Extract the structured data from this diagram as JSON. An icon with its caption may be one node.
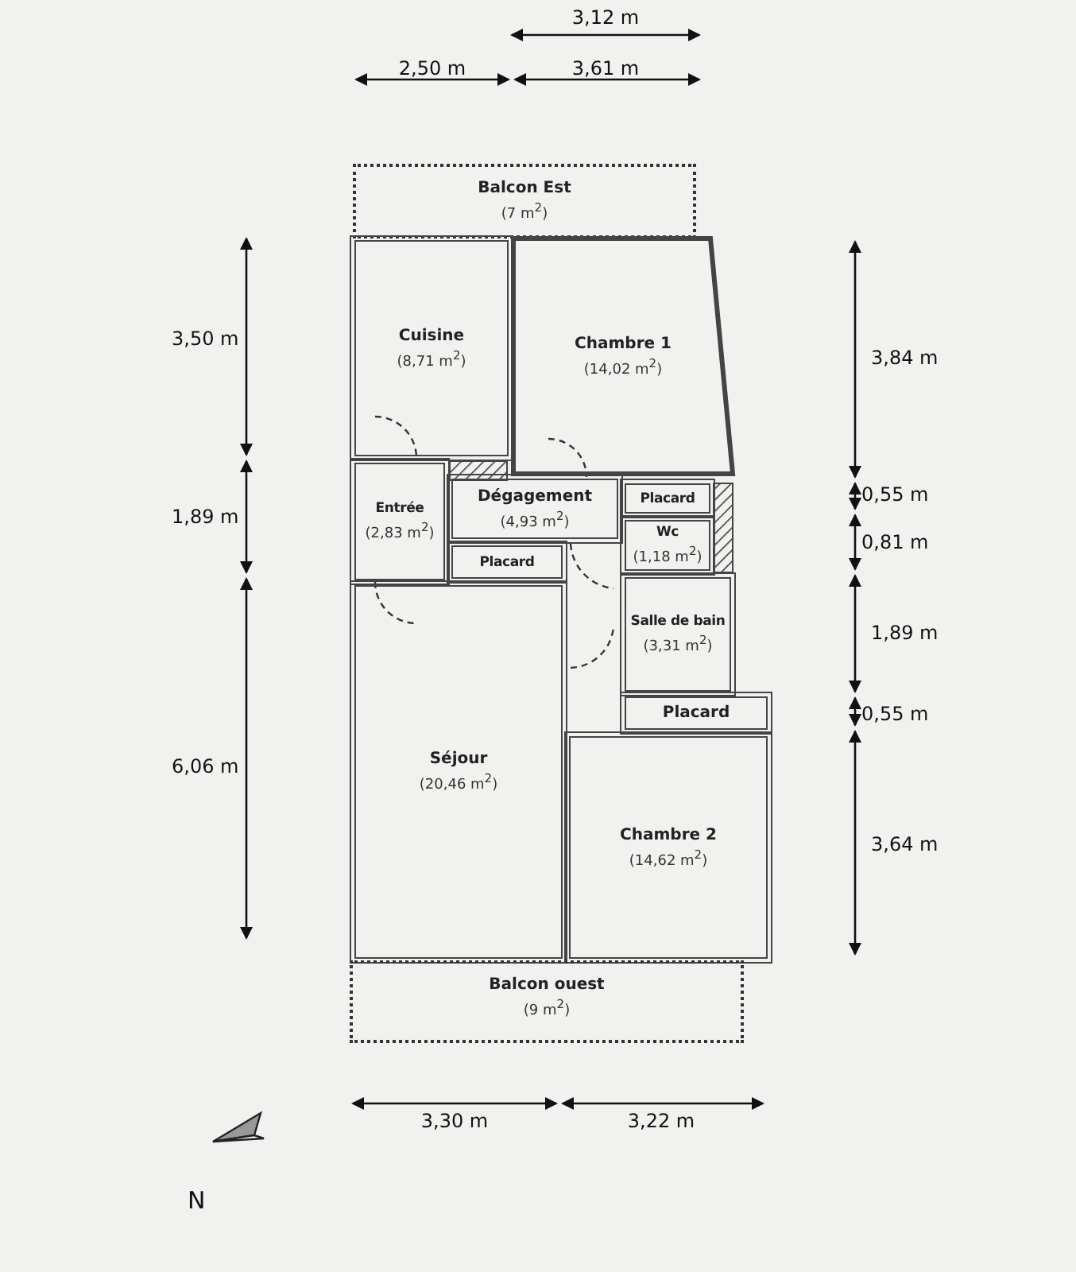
{
  "diagram": {
    "nodes": [
      {
        "text": [
          "Balcon Est",
          "(7 m$^{2}$)"
        ]
      },
      {
        "text": [
          "Cuisine",
          "(8,71 m$^{2}$)"
        ]
      },
      {
        "text": [
          "Chambre 1",
          "(14,02 m$^{2}$)"
        ]
      },
      {
        "text": [
          "Dégagement",
          "(4,93 m$^{2}$)"
        ]
      },
      {
        "text": [
          "Placard"
        ]
      },
      {
        "text": [
          "Entrée",
          "(2,83 m$^{2}$)"
        ]
      },
      {
        "text": [
          "Wc",
          "(1,18 m$^{2}$)"
        ]
      },
      {
        "text": [
          "Placard"
        ]
      },
      {
        "text": [
          "Salle de bain",
          "(3,31 m$^{2}$)"
        ]
      },
      {
        "text": [
          "Placard"
        ]
      },
      {
        "text": [
          "Séjour",
          "(20,46 m$^{2}$)"
        ]
      },
      {
        "text": [
          "Chambre 2",
          "(14,62 m$^{2}$)"
        ]
      },
      {
        "text": [
          "Balcon ouest",
          "(9 m$^{2}$)"
        ]
      }
    ],
    "labels": [
      "3,12 m",
      "2,50 m",
      "3,61 m",
      "3,50 m",
      "3,84 m",
      "0,55 m",
      "1,89 m",
      "0,81 m",
      "1,89 m",
      "0,55 m",
      "6,06 m",
      "3,64 m",
      "3,30 m",
      "3,22 m",
      "N"
    ]
  }
}
